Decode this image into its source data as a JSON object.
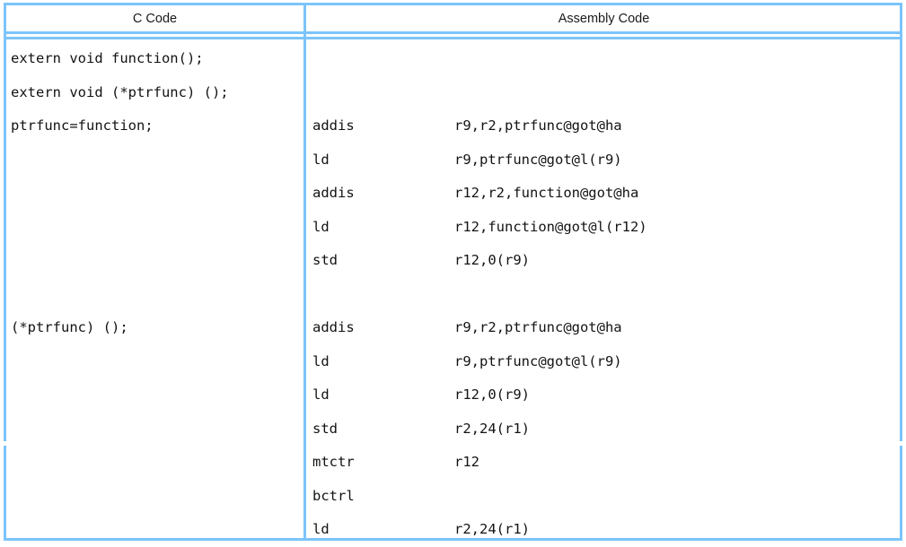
{
  "table": {
    "columns": [
      {
        "key": "c_code",
        "header": "C Code"
      },
      {
        "key": "assembly_code",
        "header": "Assembly Code"
      }
    ],
    "border_color": "#7cc4fb",
    "text_color": "#131313",
    "c_code_lines": [
      "extern void function();",
      "extern void (*ptrfunc) ();",
      "ptrfunc=function;",
      "",
      "",
      "",
      "",
      "",
      "(*ptrfunc) ();",
      "",
      "",
      "",
      "",
      "",
      ""
    ],
    "assembly_lines": [
      {
        "mnemonic": "",
        "operands": ""
      },
      {
        "mnemonic": "",
        "operands": ""
      },
      {
        "mnemonic": "addis",
        "operands": "r9,r2,ptrfunc@got@ha"
      },
      {
        "mnemonic": "ld",
        "operands": "r9,ptrfunc@got@l(r9)"
      },
      {
        "mnemonic": "addis",
        "operands": "r12,r2,function@got@ha"
      },
      {
        "mnemonic": "ld",
        "operands": "r12,function@got@l(r12)"
      },
      {
        "mnemonic": "std",
        "operands": "r12,0(r9)"
      },
      {
        "mnemonic": "",
        "operands": ""
      },
      {
        "mnemonic": "addis",
        "operands": "r9,r2,ptrfunc@got@ha"
      },
      {
        "mnemonic": "ld",
        "operands": "r9,ptrfunc@got@l(r9)"
      },
      {
        "mnemonic": "ld",
        "operands": "r12,0(r9)"
      },
      {
        "mnemonic": "std",
        "operands": "r2,24(r1)"
      },
      {
        "mnemonic": "mtctr",
        "operands": "r12"
      },
      {
        "mnemonic": "bctrl",
        "operands": ""
      },
      {
        "mnemonic": "ld",
        "operands": "r2,24(r1)"
      }
    ]
  }
}
